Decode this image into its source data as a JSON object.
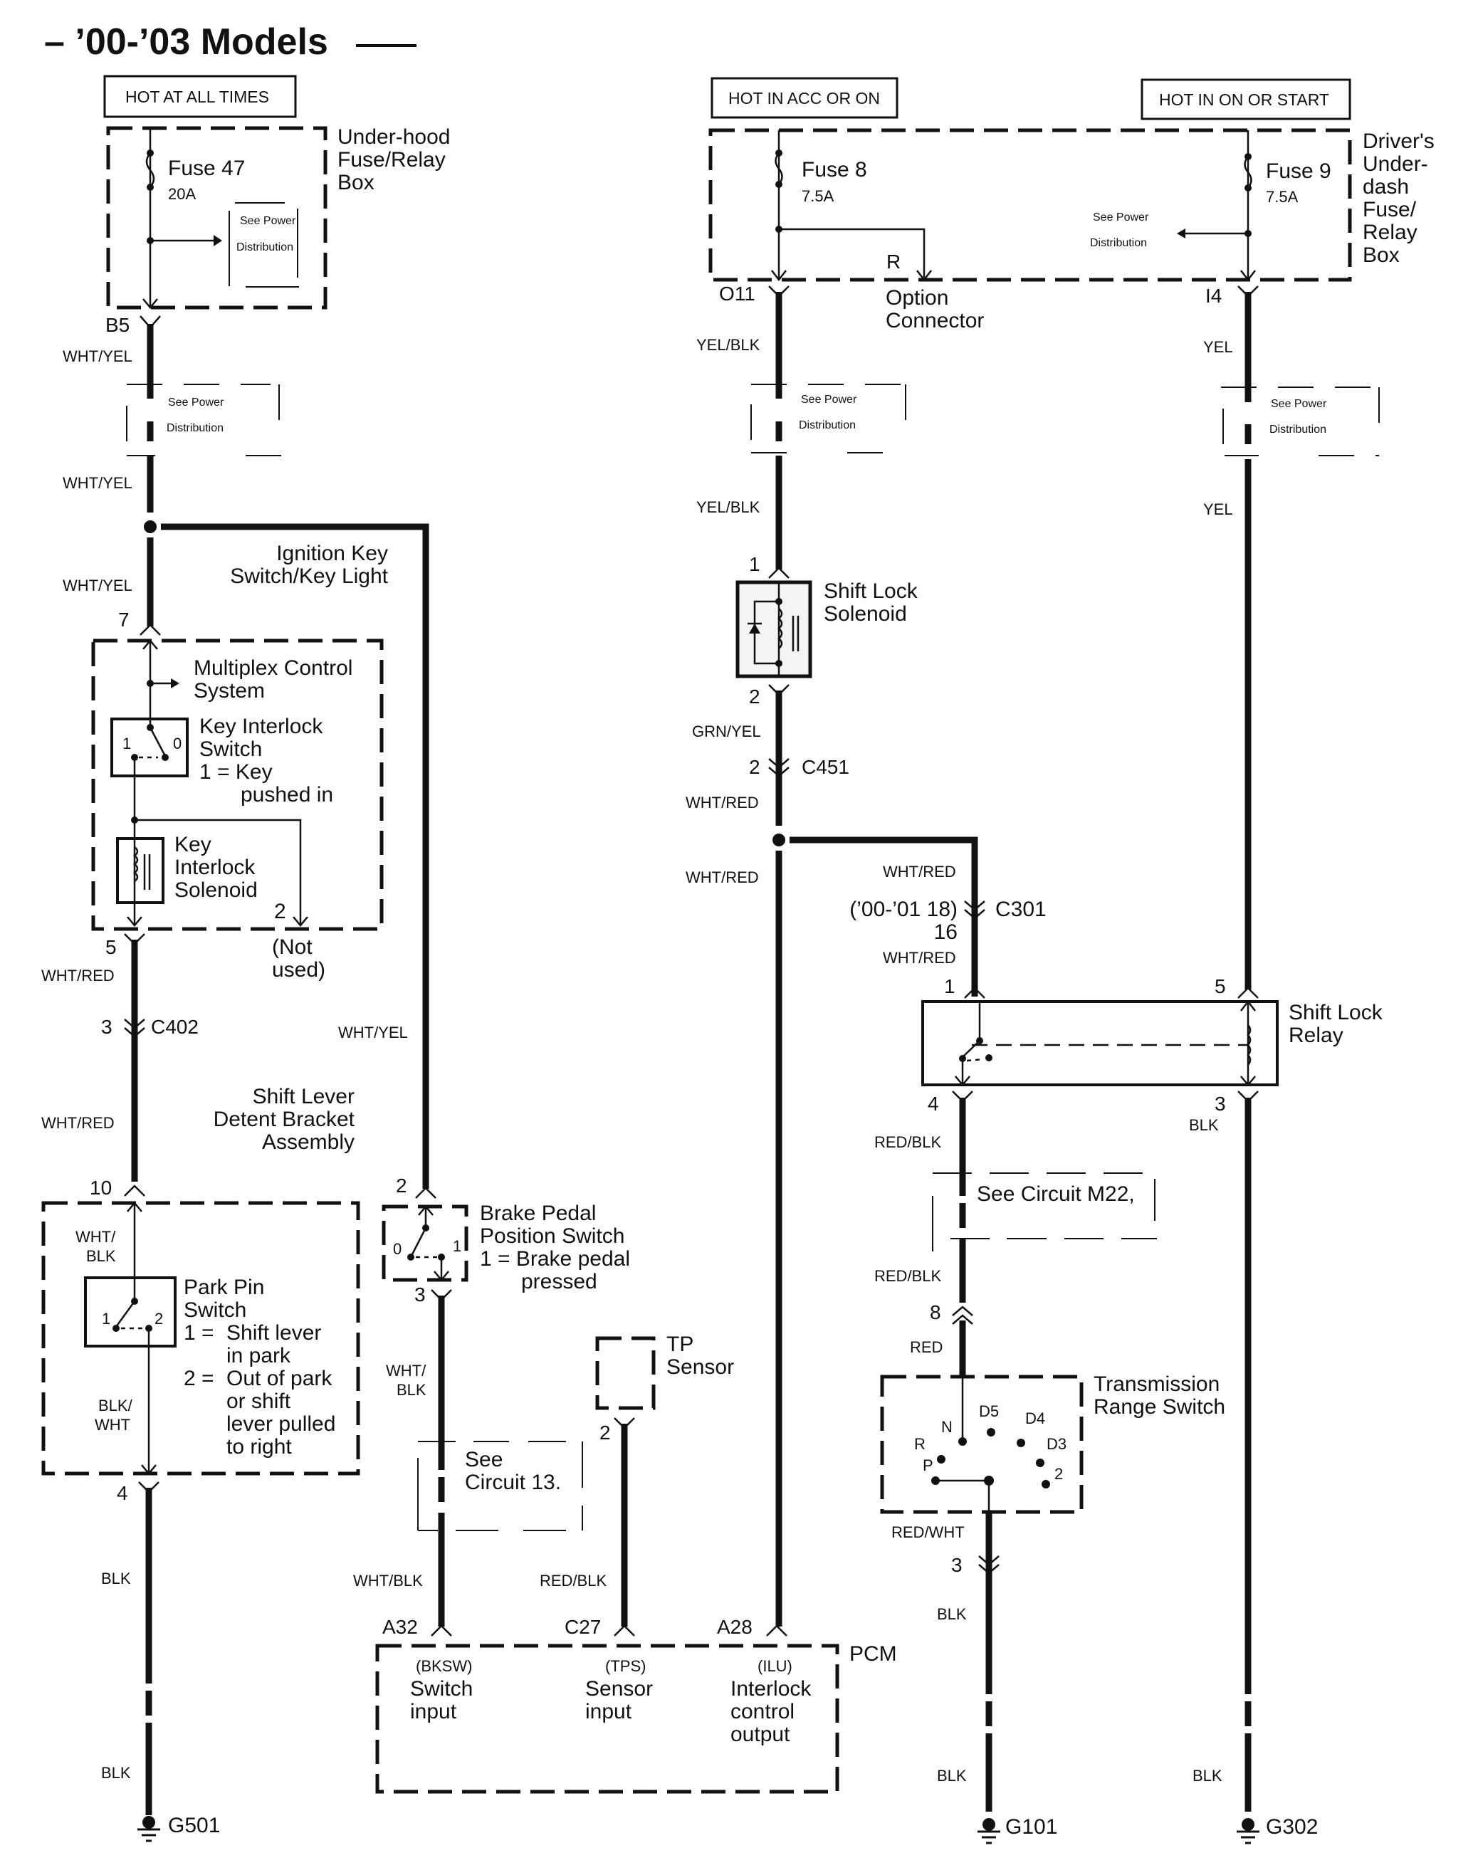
{
  "title": "– ’00-’03 Models",
  "power_sources": {
    "hot_at_all_times": "HOT AT ALL TIMES",
    "hot_in_acc_or_on": "HOT IN ACC OR ON",
    "hot_in_on_or_start": "HOT IN ON OR START"
  },
  "underhood_box": {
    "label_lines": [
      "Under-hood",
      "Fuse/Relay",
      "Box"
    ],
    "fuse_name": "Fuse 47",
    "fuse_rating": "20A",
    "see_power": [
      "See Power",
      "Distribution"
    ],
    "terminal": "B5"
  },
  "underdash_box": {
    "label_lines": [
      "Driver's",
      "Under-",
      "dash",
      "Fuse/",
      "Relay",
      "Box"
    ],
    "fuse8_name": "Fuse 8",
    "fuse8_rating": "7.5A",
    "fuse9_name": "Fuse 9",
    "fuse9_rating": "7.5A",
    "see_power": [
      "See Power",
      "Distribution"
    ],
    "terminal_left": "O11",
    "terminal_right": "I4",
    "option_pin": "R",
    "option_label": [
      "Option",
      "Connector"
    ]
  },
  "see_power_distribution": [
    "See Power",
    "Distribution"
  ],
  "wires": {
    "wht_yel": "WHT/YEL",
    "wht_red": "WHT/RED",
    "wht_blk_split": [
      "WHT/",
      "BLK"
    ],
    "blk_wht_split": [
      "BLK/",
      "WHT"
    ],
    "wht_blk": "WHT/BLK",
    "red_blk": "RED/BLK",
    "yel_blk": "YEL/BLK",
    "yel": "YEL",
    "grn_yel": "GRN/YEL",
    "red": "RED",
    "red_wht": "RED/WHT",
    "blk": "BLK"
  },
  "ignition_key": [
    "Ignition Key",
    "Switch/Key Light"
  ],
  "multiplex": {
    "pin_top": "7",
    "mcs_label": [
      "Multiplex Control",
      "System"
    ],
    "switch_label": [
      "Key Interlock",
      "Switch",
      "1 =  Key",
      "pushed in"
    ],
    "switch_pos1": "1",
    "switch_pos0": "0",
    "solenoid_label": [
      "Key",
      "Interlock",
      "Solenoid"
    ],
    "pin_2": "2",
    "not_used": [
      "(Not",
      "used)"
    ],
    "pin_5": "5"
  },
  "c402": {
    "pin": "3",
    "name": "C402"
  },
  "shift_lever_bracket": [
    "Shift Lever",
    "Detent Bracket",
    "Assembly"
  ],
  "park_pin": {
    "pin_top": "10",
    "pin_bottom": "4",
    "label": [
      "Park Pin",
      "Switch"
    ],
    "pos1": "1",
    "pos2": "2",
    "desc1": [
      "1 =",
      "Shift lever",
      "in park"
    ],
    "desc2": [
      "2 =",
      "Out of park",
      "or shift",
      "lever pulled",
      "to right"
    ]
  },
  "brake_switch": {
    "pin_top": "2",
    "pin_bottom": "3",
    "pos0": "0",
    "pos1": "1",
    "label": [
      "Brake Pedal",
      "Position Switch",
      "1 = Brake pedal",
      "pressed"
    ]
  },
  "see_circuit_13": [
    "See",
    "Circuit 13."
  ],
  "tp_sensor": {
    "label": [
      "TP",
      "Sensor"
    ],
    "pin": "2"
  },
  "pcm": {
    "name": "PCM",
    "terminals": [
      {
        "pin": "A32",
        "code": "(BKSW)",
        "desc": [
          "Switch",
          "input"
        ]
      },
      {
        "pin": "C27",
        "code": "(TPS)",
        "desc": [
          "Sensor",
          "input"
        ]
      },
      {
        "pin": "A28",
        "code": "(ILU)",
        "desc": [
          "Interlock",
          "control",
          "output"
        ]
      }
    ]
  },
  "shift_lock_solenoid": {
    "label": [
      "Shift Lock",
      "Solenoid"
    ],
    "pin_top": "1",
    "pin_bottom": "2"
  },
  "c451": {
    "pin": "2",
    "name": "C451"
  },
  "c301": {
    "note": "(’00-’01 18)",
    "pin": "16",
    "name": "C301"
  },
  "shift_lock_relay": {
    "label": [
      "Shift Lock",
      "Relay"
    ],
    "pin1": "1",
    "pin5": "5",
    "pin4": "4",
    "pin3": "3"
  },
  "see_circuit_m22": "See Circuit M22,",
  "trs": {
    "pin_top": "8",
    "pin_bottom": "3",
    "label": [
      "Transmission",
      "Range Switch"
    ],
    "positions": [
      "P",
      "R",
      "N",
      "D5",
      "D4",
      "D3",
      "2"
    ]
  },
  "grounds": {
    "g501": "G501",
    "g101": "G101",
    "g302": "G302"
  }
}
